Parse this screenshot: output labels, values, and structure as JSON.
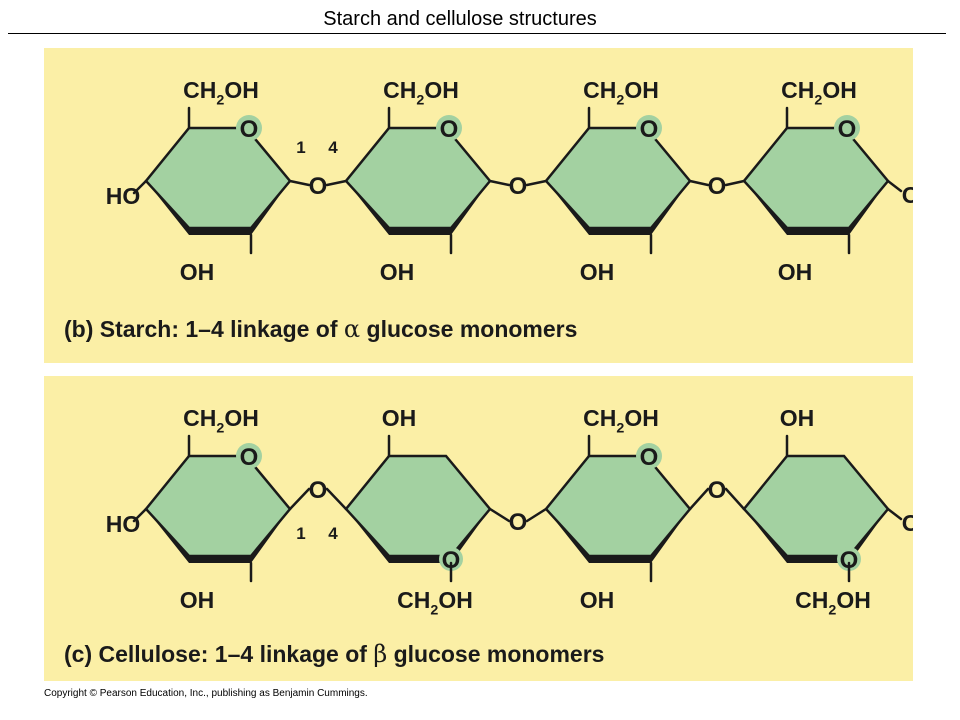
{
  "slide": {
    "title": "Starch and cellulose structures"
  },
  "panels": [
    {
      "id": "b",
      "caption_prefix": "(b) Starch: 1–4 linkage of ",
      "caption_greek": "α",
      "caption_suffix": " glucose monomers",
      "linkage_numbers": [
        "1",
        "4"
      ],
      "rings": [
        {
          "top_label": "CH₂OH",
          "bottom_label": "OH",
          "left_label": "HO",
          "ring_oxygen_label": "O"
        },
        {
          "top_label": "CH₂OH",
          "bottom_label": "OH",
          "ring_oxygen_label": "O"
        },
        {
          "top_label": "CH₂OH",
          "bottom_label": "OH",
          "ring_oxygen_label": "O"
        },
        {
          "top_label": "CH₂OH",
          "bottom_label": "OH",
          "right_label": "OH",
          "ring_oxygen_label": "O"
        }
      ],
      "bridge_oxygen_labels": [
        "O",
        "O",
        "O"
      ]
    },
    {
      "id": "c",
      "caption_prefix": "(c) Cellulose: 1–4 linkage of ",
      "caption_greek": "β",
      "caption_suffix": " glucose monomers",
      "linkage_numbers": [
        "1",
        "4"
      ],
      "rings": [
        {
          "top_label": "CH₂OH",
          "bottom_label": "OH",
          "left_label": "HO",
          "ring_oxygen_label": "O"
        },
        {
          "top_label": "OH",
          "bottom_label": "CH₂OH",
          "ring_oxygen_label": "O"
        },
        {
          "top_label": "CH₂OH",
          "bottom_label": "OH",
          "ring_oxygen_label": "O"
        },
        {
          "top_label": "OH",
          "bottom_label": "CH₂OH",
          "right_label": "OH",
          "ring_oxygen_label": "O"
        }
      ],
      "bridge_oxygen_labels": [
        "O",
        "O",
        "O"
      ]
    }
  ],
  "copyright": "Copyright © Pearson Education, Inc., publishing as Benjamin Cummings.",
  "colors": {
    "panel_background": "#fbefa6",
    "ring_fill": "#a3d1a1",
    "ink": "#1a1a1a"
  }
}
